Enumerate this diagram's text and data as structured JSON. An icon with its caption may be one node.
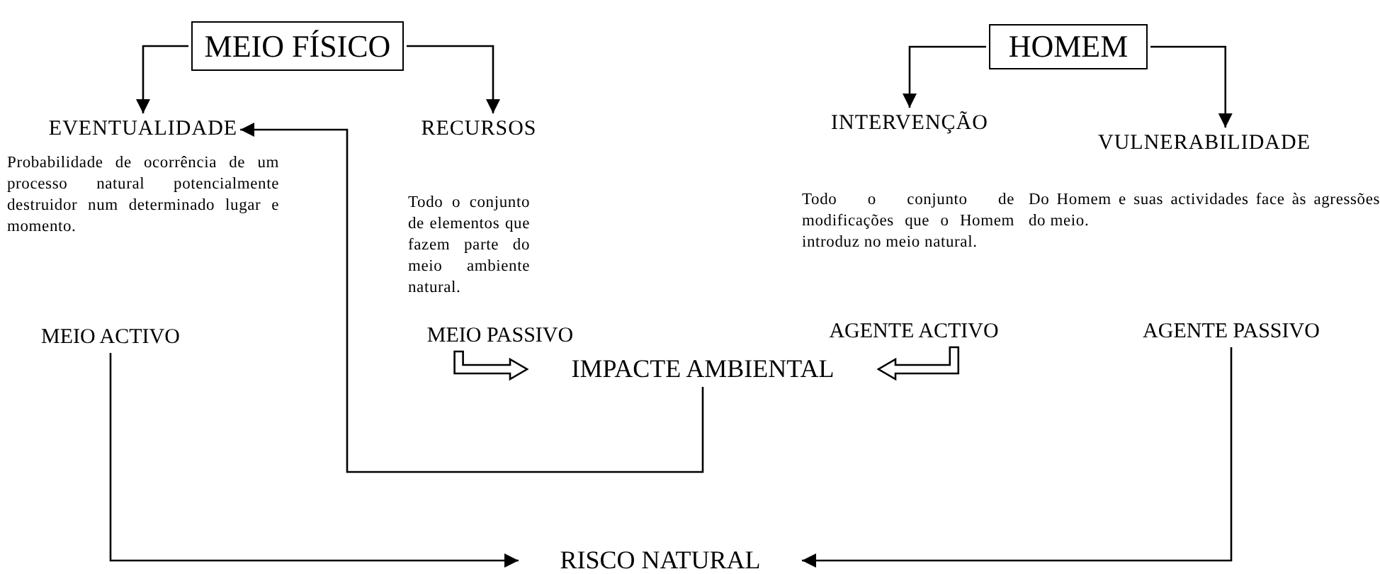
{
  "diagram": {
    "nodes": [
      {
        "text": [
          "MEIO FÍSICO"
        ]
      },
      {
        "text": [
          "EVENTUALIDADE",
          "Probabilidade de ocorrência de um processo natural potencialmente destruidor num determinado lugar e momento."
        ]
      },
      {
        "text": [
          "RECURSOS",
          "Todo o conjunto de elementos que fazem parte do meio ambiente natural."
        ]
      },
      {
        "text": [
          "HOMEM"
        ]
      },
      {
        "text": [
          "INTERVENÇÃO",
          "Todo o conjunto de modificações que o Homem introduz no meio natural."
        ]
      },
      {
        "text": [
          "VULNERABILIDADE",
          "Do Homem e suas actividades face às agressões do meio."
        ]
      },
      {
        "text": [
          "MEIO ACTIVO"
        ]
      },
      {
        "text": [
          "MEIO PASSIVO"
        ]
      },
      {
        "text": [
          "AGENTE ACTIVO"
        ]
      },
      {
        "text": [
          "AGENTE PASSIVO"
        ]
      },
      {
        "text": [
          "IMPACTE AMBIENTAL"
        ]
      },
      {
        "text": [
          "RISCO NATURAL"
        ]
      }
    ],
    "edges": [
      {
        "from": 0,
        "to": 1,
        "arrow": "to"
      },
      {
        "from": 0,
        "to": 2,
        "arrow": "to"
      },
      {
        "from": 3,
        "to": 4,
        "arrow": "to"
      },
      {
        "from": 3,
        "to": 5,
        "arrow": "to"
      },
      {
        "from": 7,
        "to": 10,
        "arrow": "to",
        "style": "thick"
      },
      {
        "from": 8,
        "to": 10,
        "arrow": "to",
        "style": "thick"
      },
      {
        "from": 10,
        "to": 1,
        "arrow": "to"
      },
      {
        "from": 6,
        "to": 11,
        "arrow": "to"
      },
      {
        "from": 9,
        "to": 11,
        "arrow": "to"
      }
    ]
  }
}
